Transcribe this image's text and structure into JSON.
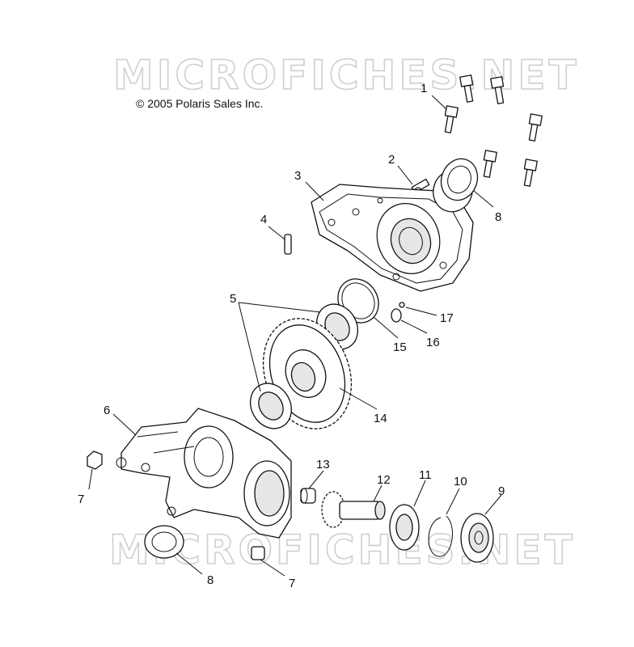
{
  "watermark": {
    "text": "MICROFICHES.NET"
  },
  "copyright": "© 2005 Polaris Sales Inc.",
  "callouts": {
    "c1": "1",
    "c2": "2",
    "c3": "3",
    "c4": "4",
    "c5": "5",
    "c6": "6",
    "c7a": "7",
    "c7b": "7",
    "c8a": "8",
    "c8b": "8",
    "c9": "9",
    "c10": "10",
    "c11": "11",
    "c12": "12",
    "c13": "13",
    "c14": "14",
    "c15": "15",
    "c16": "16",
    "c17": "17"
  }
}
